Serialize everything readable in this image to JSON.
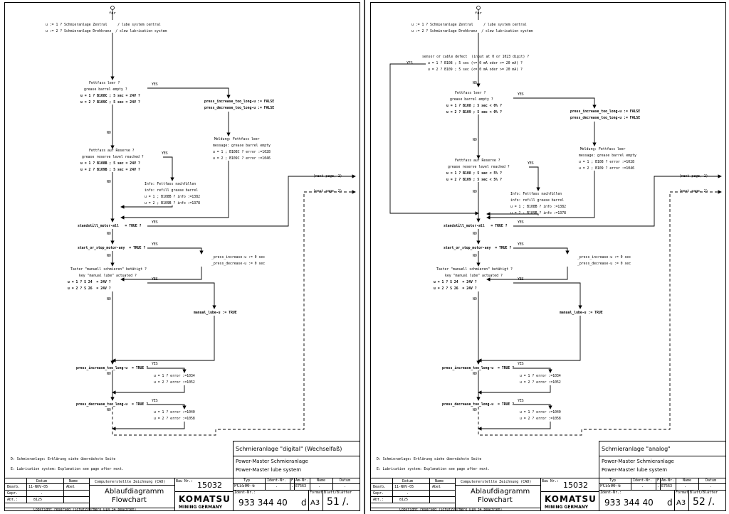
{
  "sheets": [
    {
      "start": {
        "label": "for",
        "line1": "u := 1 ? Schmieranlage Zentral     / lube system central",
        "line2": "u := 2 ? Schmieranlage Drehkranz  / slew lubrication system"
      },
      "sensor": null,
      "empty": {
        "q1": "Fettfass leer ?",
        "q2": "grease barrel empty ?",
        "c1": "u = 1 ? B108C ; 5 sec = 24V ?",
        "c2": "u = 2 ? B109C ; 5 sec = 24V ?",
        "yes": "YES",
        "no": "NO"
      },
      "press_false": {
        "l1": "press_increase_too_long-u := FALSE",
        "l2": "press_decrease_too_long-u := FALSE"
      },
      "meldung": {
        "l1": "Meldung: Fettfass leer",
        "l2": "message: grease barrel empty",
        "l3": "u = 1 ; B108C ? error :=1028",
        "l4": "u = 2 ; B109C ? error :=1046"
      },
      "reserve": {
        "q1": "Fettfass auf Reserve ?",
        "q2": "grease reserve level reached ?",
        "c1": "u = 1 ? B108B ; 5 sec = 24V ?",
        "c2": "u = 2 ? B109B ; 5 sec = 24V ?",
        "yes": "YES",
        "no": "NO"
      },
      "info": {
        "l1": "Info: Fettfass nachfüllen",
        "l2": "info: refill grease barrel",
        "l3": "u = 1 ; B108B ? info :=1382",
        "l4": "u = 2 ; B109B ? info :=1378"
      },
      "next1": "(next page, 1)",
      "next2": "(next page, 2)",
      "standstill": "standstill_motor-all   = TRUE ?",
      "startstop": "start_or_stop_motor-any  = TRUE ?",
      "press_zero": {
        "l1": "_press_increase-u := 0 sec",
        "l2": "_press_decrease-u := 0 sec"
      },
      "taster": {
        "l1": "Taster \"manuell schmieren\" betätigt ?",
        "l2": "key \"manual lube\" actuated ?",
        "c1": "u = 1 ? S 24  = 24V ?",
        "c2": "u = 2 ? S 26  = 24V ?"
      },
      "manual": "manual_lube-u := TRUE",
      "inc": {
        "q": "press_increase_too_long-u  = TRUE ?",
        "e1": "u = 1 ? error :=1034",
        "e2": "u = 2 ? error :=1052"
      },
      "dec": {
        "q": "press_decrease_too_long-u  = TRUE ?",
        "e1": "u = 1 ? error :=1040",
        "e2": "u = 2 ? error :=1058"
      },
      "yes": "YES",
      "no": "NO",
      "note_d": "D: Schmieranlage: Erklärung siehe übernächste Seite",
      "note_e": "E: Lubrication system: Explanation see page after next.",
      "title_box": {
        "title": "Schmieranlage \"digital\" (Wechselfaß)",
        "l1": "Power-Master Schmieranlage",
        "l2": "Power-Master lube system"
      },
      "page": "51",
      "sheet_suffix": "/."
    },
    {
      "start": {
        "label": "for",
        "line1": "u := 1 ? Schmieranlage Zentral     / lube system central",
        "line2": "u := 2 ? Schmieranlage Drehkranz  / slew lubrication system"
      },
      "sensor": {
        "q": "sensor or cable defect  (input at 0 or 1023 digit) ?",
        "c1": "u = 1 ? B108 ; 5 sec (<= 0 mA oder >= 20 mA) ?",
        "c2": "u = 2 ? B109 ; 5 sec (<= 0 mA oder >= 20 mA) ?",
        "yes": "YES",
        "no": "NO"
      },
      "empty": {
        "q1": "Fettfass leer ?",
        "q2": "grease barrel empty ?",
        "c1": "u = 1 ? B108 ; 5 sec < 0% ?",
        "c2": "u = 2 ? B109 ; 5 sec < 0% ?",
        "yes": "YES",
        "no": "NO"
      },
      "press_false": {
        "l1": "press_increase_too_long-u := FALSE",
        "l2": "press_decrease_too_long-u := FALSE"
      },
      "meldung": {
        "l1": "Meldung: Fettfass leer",
        "l2": "message: grease barrel empty",
        "l3": "u = 1 ; B108 ? error :=1028",
        "l4": "u = 2 ; B109 ? error :=1046"
      },
      "reserve": {
        "q1": "Fettfass auf Reserve ?",
        "q2": "grease reserve level reached ?",
        "c1": "u = 1 ? B108 ; 5 sec < 5% ?",
        "c2": "u = 2 ? B109 ; 5 sec < 5% ?",
        "yes": "YES",
        "no": "NO"
      },
      "info": {
        "l1": "Info: Fettfass nachfüllen",
        "l2": "info: refill grease barrel",
        "l3": "u = 1 ; B108B ? info :=1382",
        "l4": "u = 2 ; B109B ? info :=1378"
      },
      "next1": "(next page, 1)",
      "next2": "(next page, 2)",
      "standstill": "standstill_motor-all   = TRUE ?",
      "startstop": "start_or_stop_motor-any  = TRUE ?",
      "press_zero": {
        "l1": "_press_increase-u := 0 sec",
        "l2": "_press_decrease-u := 0 sec"
      },
      "taster": {
        "l1": "Taster \"manuell schmieren\" betätigt ?",
        "l2": "key \"manual lube\" actuated ?",
        "c1": "u = 1 ? S 24  = 24V ?",
        "c2": "u = 2 ? S 26  = 24V ?"
      },
      "manual": "manual_lube-u := TRUE",
      "inc": {
        "q": "press_increase_too_long-u  = TRUE ?",
        "e1": "u = 1 ? error :=1034",
        "e2": "u = 2 ? error :=1052"
      },
      "dec": {
        "q": "press_decrease_too_long-u  = TRUE ?",
        "e1": "u = 1 ? error :=1040",
        "e2": "u = 2 ? error :=1058"
      },
      "yes": "YES",
      "no": "NO",
      "note_d": "D: Schmieranlage: Erklärung siehe übernächste Seite",
      "note_e": "E: Lubrication system: Explanation see page after next.",
      "title_box": {
        "title": "Schmieranlage \"analog\"",
        "l1": "Power-Master Schmieranlage",
        "l2": "Power-Master lube system"
      },
      "page": "52",
      "sheet_suffix": "/."
    }
  ],
  "title_block": {
    "datum": "Datum",
    "name": "Name",
    "bearb": "Bearb.",
    "gepr": "Gepr.",
    "abt": "Abt.:",
    "bearb_date": "11-NOV-05",
    "bearb_name": "Abel",
    "gepr_date": ".",
    "abt_value": "8125",
    "cad": "Computererstellte Zeichnung (CAD)",
    "drawing_title_de": "Ablaufdiagramm",
    "drawing_title_en": "Flowchart",
    "copyright": "Copyright reserved (Schutzvermerk DIN 34 beachten)",
    "bau_label": "Bau Nr.:",
    "bau_nr": "15032",
    "typ_label": "Typ",
    "typ": "PC5500-6",
    "ident_label": "Ident-Nr.",
    "f_label": "F",
    "amnr_label": "Äm-Nr.",
    "amnr": "E7563",
    "name_label": "Name",
    "datum_label": "Datum",
    "ident_nr_label": "Ident-Nr.:",
    "ident_nr": "933 344 40",
    "rev": "d",
    "format_label": "Format",
    "format": "A3",
    "blatt_label": "Blatt/Blätter",
    "dot": ".",
    "logo_top": "KOMATSU",
    "logo_bottom": "MINING GERMANY"
  }
}
